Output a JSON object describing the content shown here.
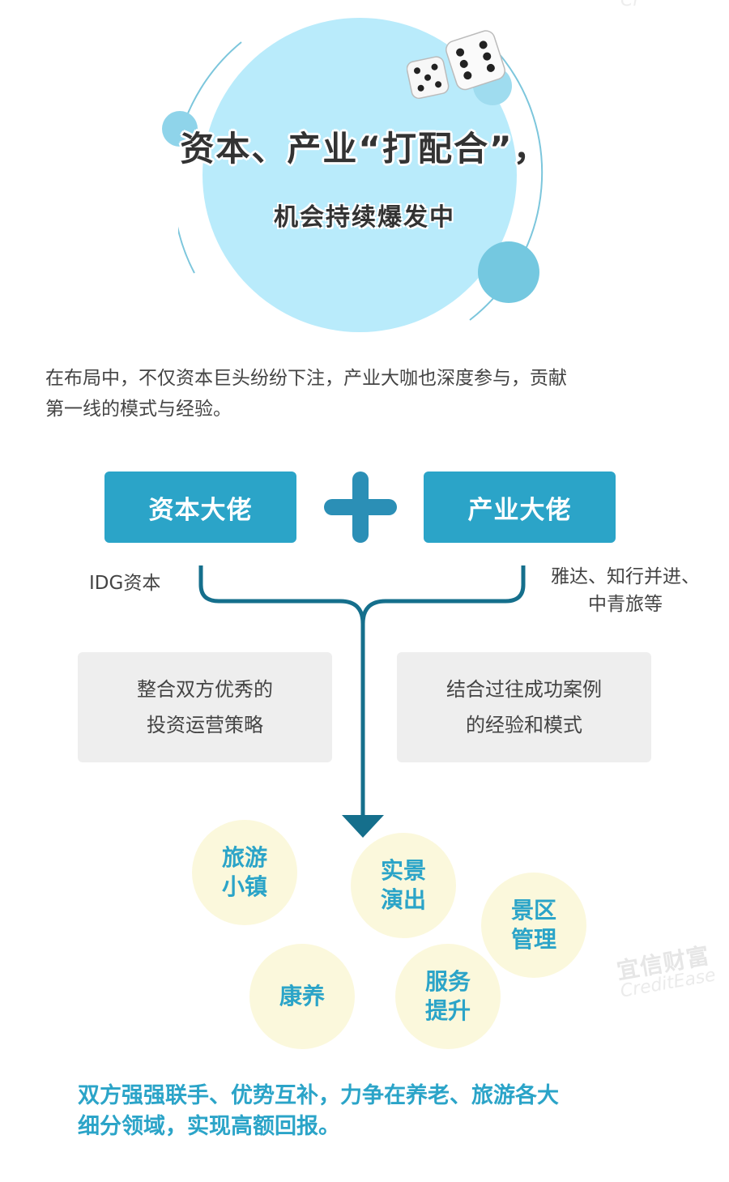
{
  "colors": {
    "accent_blue": "#2ba4c8",
    "light_blue": "#b9ebfb",
    "dark_blue_line": "#2b8fb6",
    "grey_box": "#eeeeee",
    "bubble_fill": "#fbf8dc"
  },
  "header": {
    "title": "资本、产业“打配合”，",
    "subtitle": "机会持续爆发中"
  },
  "intro": {
    "line1": "在布局中，不仅资本巨头纷纷下注，产业大咖也深度参与，贡献",
    "line2": "第一线的模式与经验。"
  },
  "boxes": {
    "left": "资本大佬",
    "right": "产业大佬"
  },
  "labels": {
    "left": "IDG资本",
    "right_line1": "雅达、知行并进、",
    "right_line2": "中青旅等"
  },
  "grey_boxes": {
    "left_line1": "整合双方优秀的",
    "left_line2": "投资运营策略",
    "right_line1": "结合过往成功案例",
    "right_line2": "的经验和模式"
  },
  "bubbles": [
    {
      "line1": "旅游",
      "line2": "小镇"
    },
    {
      "line1": "实景",
      "line2": "演出"
    },
    {
      "line1": "景区",
      "line2": "管理"
    },
    {
      "line1": "康养",
      "line2": ""
    },
    {
      "line1": "服务",
      "line2": "提升"
    }
  ],
  "conclusion": {
    "line1": "双方强强联手、优势互补，力争在养老、旅游各大",
    "line2": "细分领域，实现高额回报。"
  },
  "watermark": {
    "brand": "宜信财富",
    "brand_en": "CreditEase",
    "top_fragment": "Cr"
  },
  "icons": {
    "dice": "dice-icon",
    "plus": "plus-icon",
    "arrow": "arrow-down-icon"
  }
}
